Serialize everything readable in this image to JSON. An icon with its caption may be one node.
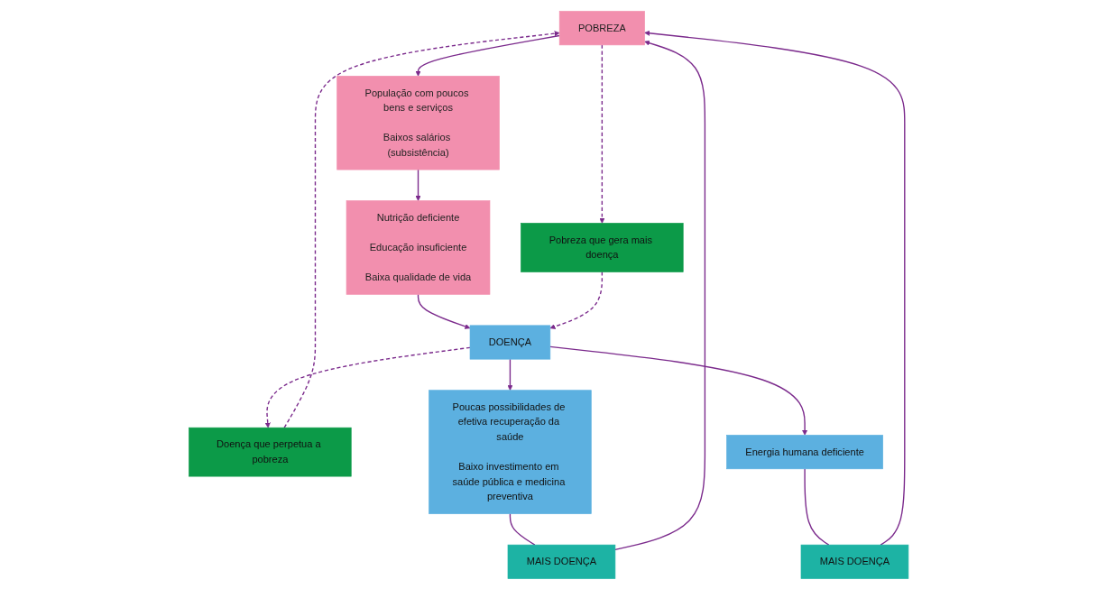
{
  "diagram": {
    "nodes": [
      {
        "text": [
          "POBREZA"
        ]
      },
      {
        "text": [
          "Pobreza que gera mais doença"
        ]
      },
      {
        "text": [
          "População com poucos bens e serviços",
          "Baixos salários (subsistência)"
        ]
      },
      {
        "text": [
          "Nutrição deficiente",
          "Educação insuficiente",
          "Baixa qualidade de vida"
        ]
      },
      {
        "text": [
          "DOENÇA"
        ]
      },
      {
        "text": [
          "Doença que perpetua a pobreza"
        ]
      },
      {
        "text": [
          "Energia humana deficiente"
        ]
      },
      {
        "text": [
          "MAIS DOENÇA"
        ]
      },
      {
        "text": [
          "Poucas possibilidades de efetiva recuperação da saúde",
          "Baixo investimento em saúde pública e medicina preventiva"
        ]
      },
      {
        "text": [
          "MAIS DOENÇA"
        ]
      }
    ],
    "edges": [
      {
        "from": 0,
        "to": 1,
        "arrow": "to",
        "style": "dashed"
      },
      {
        "from": 0,
        "to": 2,
        "arrow": "to"
      },
      {
        "from": 2,
        "to": 3,
        "arrow": "to"
      },
      {
        "from": 3,
        "to": 4,
        "arrow": "to"
      },
      {
        "from": 1,
        "to": 4,
        "arrow": "to",
        "style": "dashed"
      },
      {
        "from": 4,
        "to": 8,
        "arrow": "to"
      },
      {
        "from": 8,
        "to": 9,
        "arrow": "none"
      },
      {
        "from": 9,
        "to": 0,
        "arrow": "to"
      },
      {
        "from": 4,
        "to": 6,
        "arrow": "to"
      },
      {
        "from": 6,
        "to": 7,
        "arrow": "none"
      },
      {
        "from": 7,
        "to": 0,
        "arrow": "to"
      },
      {
        "from": 4,
        "to": 5,
        "arrow": "to",
        "style": "dashed"
      },
      {
        "from": 5,
        "to": 0,
        "arrow": "to",
        "style": "dashed"
      }
    ]
  }
}
